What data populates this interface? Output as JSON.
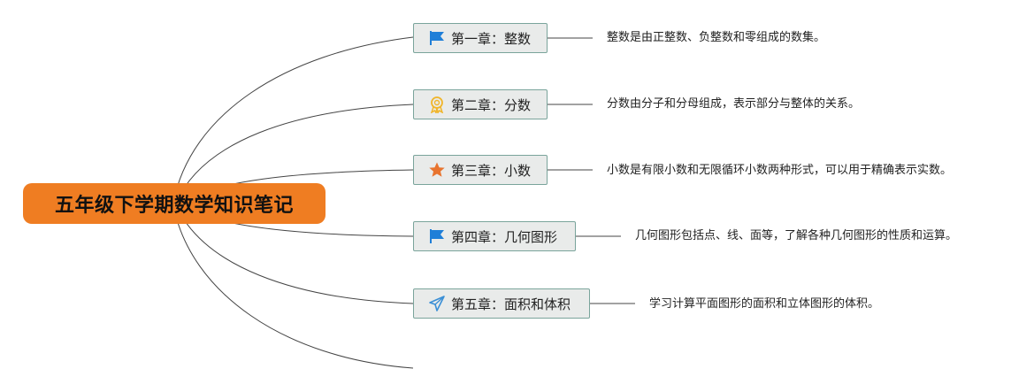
{
  "root": {
    "title": "五年级下学期数学知识笔记"
  },
  "chapters": [
    {
      "title": "第一章：整数",
      "icon": "blue-flag-icon",
      "description": "整数是由正整数、负整数和零组成的数集。"
    },
    {
      "title": "第二章：分数",
      "icon": "award-ribbon-icon",
      "description": "分数由分子和分母组成，表示部分与整体的关系。"
    },
    {
      "title": "第三章：小数",
      "icon": "orange-star-icon",
      "description": "小数是有限小数和无限循环小数两种形式，可以用于精确表示实数。"
    },
    {
      "title": "第四章：几何图形",
      "icon": "blue-flag-icon",
      "description": "几何图形包括点、线、面等，了解各种几何图形的性质和运算。"
    },
    {
      "title": "第五章：面积和体积",
      "icon": "paper-plane-icon",
      "description": "学习计算平面图形的面积和立体图形的体积。"
    }
  ],
  "colors": {
    "root_fill": "#ef7d22",
    "chapter_fill": "#e9ebea",
    "chapter_border": "#7aa49b",
    "connector": "#444444",
    "flag_blue": "#1f7fd8",
    "star_orange": "#e8742f",
    "award_yellow": "#f0b52a",
    "plane_blue": "#3a8fd6"
  }
}
